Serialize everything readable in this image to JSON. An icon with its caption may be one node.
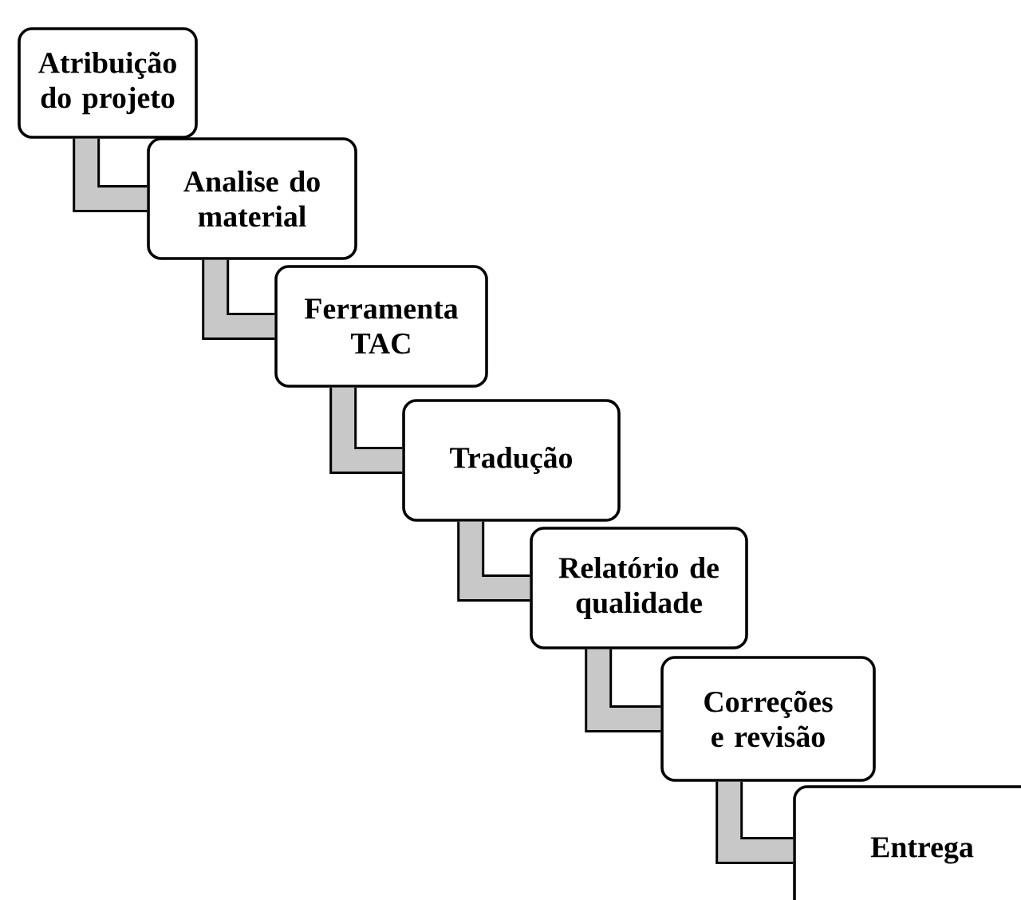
{
  "diagram": {
    "nodes": [
      {
        "text": [
          "Atribuição do projeto"
        ]
      },
      {
        "text": [
          "Analise do material"
        ]
      },
      {
        "text": [
          "Ferramenta TAC"
        ]
      },
      {
        "text": [
          "Tradução"
        ]
      },
      {
        "text": [
          "Relatório de qualidade"
        ]
      },
      {
        "text": [
          "Correções e revisão"
        ]
      },
      {
        "text": [
          "Entrega"
        ]
      }
    ],
    "edges": [
      {
        "from": 0,
        "to": 1,
        "arrow": "none"
      },
      {
        "from": 1,
        "to": 2,
        "arrow": "none"
      },
      {
        "from": 2,
        "to": 3,
        "arrow": "none"
      },
      {
        "from": 3,
        "to": 4,
        "arrow": "none"
      },
      {
        "from": 4,
        "to": 5,
        "arrow": "none"
      },
      {
        "from": 5,
        "to": 6,
        "arrow": "none"
      }
    ]
  }
}
